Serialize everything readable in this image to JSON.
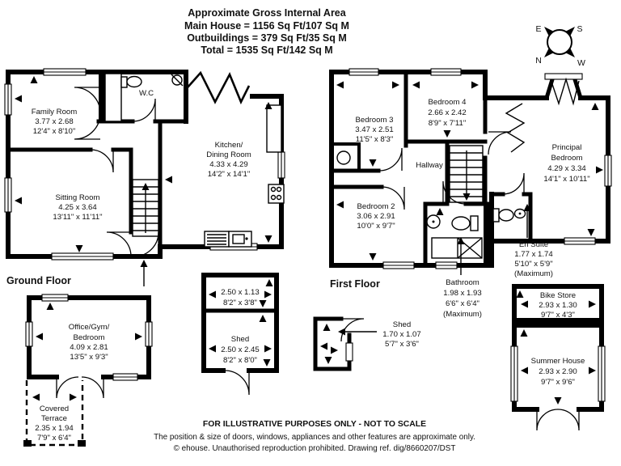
{
  "header": {
    "title": "Approximate Gross Internal Area",
    "main_house": "Main House = 1156 Sq Ft/107 Sq M",
    "outbuildings": "Outbuildings = 379 Sq Ft/35 Sq M",
    "total": "Total = 1535 Sq Ft/142 Sq M"
  },
  "compass": {
    "north": "N",
    "east": "E",
    "south": "S",
    "west": "W"
  },
  "sections": {
    "ground_floor": "Ground Floor",
    "first_floor": "First Floor"
  },
  "ground_floor": {
    "family_room": {
      "name": "Family Room",
      "metric": "3.77 x 2.68",
      "imperial": "12'4\" x 8'10\""
    },
    "wc": {
      "name": "W.C"
    },
    "kitchen_dining": {
      "name_line1": "Kitchen/",
      "name_line2": "Dining Room",
      "metric": "4.33 x 4.29",
      "imperial": "14'2\" x 14'1\""
    },
    "sitting_room": {
      "name": "Sitting Room",
      "metric": "4.25 x 3.64",
      "imperial": "13'11\" x 11'11\""
    }
  },
  "first_floor": {
    "bedroom_3": {
      "name": "Bedroom 3",
      "metric": "3.47 x 2.51",
      "imperial": "11'5\" x 8'3\""
    },
    "bedroom_4": {
      "name": "Bedroom 4",
      "metric": "2.66 x 2.42",
      "imperial": "8'9\" x 7'11\""
    },
    "hallway": {
      "name": "Hallway"
    },
    "bedroom_2": {
      "name": "Bedroom 2",
      "metric": "3.06 x 2.91",
      "imperial": "10'0\" x 9'7\""
    },
    "principal_bedroom": {
      "name_line1": "Principal",
      "name_line2": "Bedroom",
      "metric": "4.29 x 3.34",
      "imperial": "14'1\" x 10'11\""
    },
    "en_suite": {
      "name": "En Suite",
      "metric": "1.77 x 1.74",
      "imperial": "5'10\" x 5'9\"",
      "note": "(Maximum)"
    },
    "bathroom": {
      "name": "Bathroom",
      "metric": "1.98 x 1.93",
      "imperial": "6'6\" x 6'4\"",
      "note": "(Maximum)"
    }
  },
  "outbuildings": {
    "office_gym_bedroom": {
      "name_line1": "Office/Gym/",
      "name_line2": "Bedroom",
      "metric": "4.09 x 2.81",
      "imperial": "13'5\" x 9'3\""
    },
    "covered_terrace": {
      "name_line1": "Covered",
      "name_line2": "Terrace",
      "metric": "2.35 x 1.94",
      "imperial": "7'9\" x 6'4\""
    },
    "shed_store": {
      "metric": "2.50 x 1.13",
      "imperial": "8'2\" x 3'8\""
    },
    "shed": {
      "name": "Shed",
      "metric": "2.50 x 2.45",
      "imperial": "8'2\" x 8'0\""
    },
    "small_shed": {
      "name": "Shed",
      "metric": "1.70 x 1.07",
      "imperial": "5'7\" x 3'6\""
    },
    "bike_store": {
      "name": "Bike Store",
      "metric": "2.93 x 1.30",
      "imperial": "9'7\" x 4'3\""
    },
    "summer_house": {
      "name": "Summer House",
      "metric": "2.93 x 2.90",
      "imperial": "9'7\" x 9'6\""
    }
  },
  "footer": {
    "line1": "FOR ILLUSTRATIVE PURPOSES ONLY - NOT TO SCALE",
    "line2": "The position & size of doors, windows, appliances and other features are approximate only.",
    "line3": "© ehouse. Unauthorised reproduction prohibited. Drawing ref. dig/8660207/DST"
  }
}
